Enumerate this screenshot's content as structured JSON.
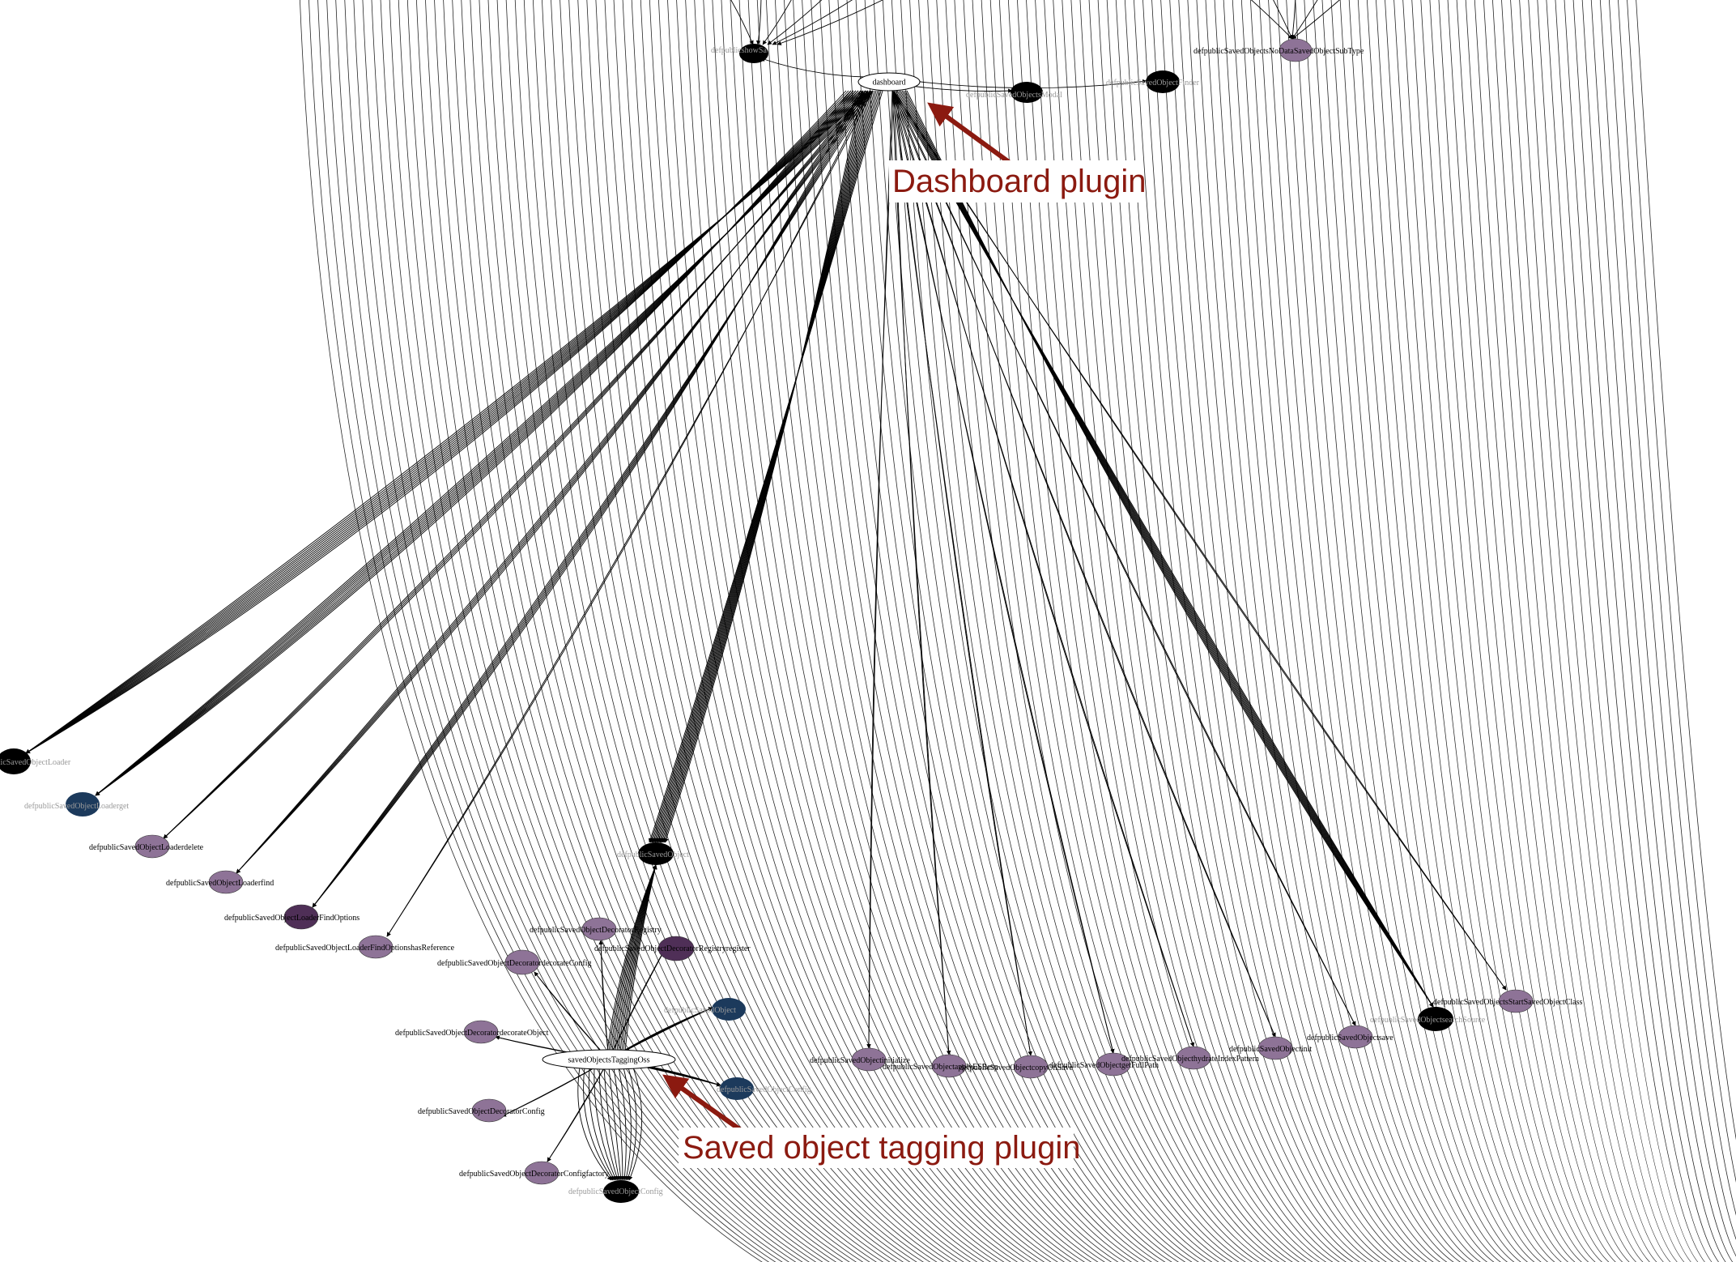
{
  "colors": {
    "node_light": "#8e7397",
    "node_dark": "#4f2f57",
    "node_navy": "#1c3a5c",
    "node_black": "#000000",
    "annotation": "#8b1a10",
    "edge": "#000000"
  },
  "plugins": [
    {
      "id": "dashboard",
      "label": "dashboard"
    },
    {
      "id": "tagging",
      "label": "savedObjectsTaggingOss"
    }
  ],
  "annotations": [
    {
      "id": "dashboard-annotation",
      "text": "Dashboard plugin"
    },
    {
      "id": "tagging-annotation",
      "text": "Saved object tagging plugin"
    }
  ],
  "nodes": [
    {
      "id": "top-left-partial",
      "label": "defpublicshowSa",
      "style": "black",
      "label_color": "light"
    },
    {
      "id": "top-purple",
      "label": "defpublicSavedObjectsNoDataSavedObjectSubType",
      "style": "light"
    },
    {
      "id": "dash-black-1",
      "label": "defpublicSavedObjectsModal",
      "style": "black",
      "label_color": "light"
    },
    {
      "id": "dash-black-2",
      "label": "defpublicSavedObjectFinder",
      "style": "black",
      "label_color": "light"
    },
    {
      "id": "loader",
      "label": "defpublicSavedObjectLoader",
      "style": "black",
      "label_color": "light"
    },
    {
      "id": "loader-get",
      "label": "defpublicSavedObjectLoaderget",
      "style": "navy",
      "label_color": "light"
    },
    {
      "id": "loader-delete",
      "label": "defpublicSavedObjectLoaderdelete",
      "style": "light"
    },
    {
      "id": "loader-find",
      "label": "defpublicSavedObjectLoaderfind",
      "style": "light"
    },
    {
      "id": "loader-find-options",
      "label": "defpublicSavedObjectLoaderFindOptions",
      "style": "dark"
    },
    {
      "id": "loader-has-ref",
      "label": "defpublicSavedObjectLoaderFindOptionshasReference",
      "style": "light"
    },
    {
      "id": "saved-object-black-mid",
      "label": "defpublicSavedObject",
      "style": "black",
      "label_color": "light"
    },
    {
      "id": "decorator-reg",
      "label": "defpublicSavedObjectDecoratorRegistry",
      "style": "light"
    },
    {
      "id": "decorator-register",
      "label": "defpublicSavedObjectDecoratorRegistryregister",
      "style": "dark"
    },
    {
      "id": "decorator-config",
      "label": "defpublicSavedObjectDecoratordecorateConfig",
      "style": "light"
    },
    {
      "id": "decorator-object",
      "label": "defpublicSavedObjectDecoratordecorateObject",
      "style": "light"
    },
    {
      "id": "navy-right-1",
      "label": "defpublicSavedObject",
      "style": "navy",
      "label_color": "light"
    },
    {
      "id": "navy-right-2",
      "label": "defpublicSavedObjectConfig",
      "style": "navy",
      "label_color": "light"
    },
    {
      "id": "decorator-cfg",
      "label": "defpublicSavedObjectDecoratorConfig",
      "style": "light"
    },
    {
      "id": "decorator-cfg-factory",
      "label": "defpublicSavedObjectDecoratorConfigfactory",
      "style": "light"
    },
    {
      "id": "tag-black-bottom",
      "label": "defpublicSavedObjectConfig",
      "style": "black",
      "label_color": "light"
    },
    {
      "id": "saved-object-fd",
      "label": "defpublicSavedObjectinitialize",
      "style": "light"
    },
    {
      "id": "saved-object-a",
      "label": "defpublicSavedObjectapplyESResp",
      "style": "light"
    },
    {
      "id": "saved-object-b",
      "label": "defpublicSavedObjectcopyOnSave",
      "style": "light"
    },
    {
      "id": "saved-object-c",
      "label": "defpublicSavedObjectgetFullPath",
      "style": "light"
    },
    {
      "id": "saved-object-d",
      "label": "defpublicSavedObjecthydrateIndexPattern",
      "style": "light"
    },
    {
      "id": "saved-object-init",
      "label": "defpublicSavedObjectinit",
      "style": "light"
    },
    {
      "id": "saved-object-save",
      "label": "defpublicSavedObjectsave",
      "style": "light"
    },
    {
      "id": "saved-object-black-right",
      "label": "defpublicSavedObjectsearchSource",
      "style": "black",
      "label_color": "light"
    },
    {
      "id": "saved-object-class",
      "label": "defpublicSavedObjectsStartSavedObjectClass",
      "style": "light"
    }
  ]
}
